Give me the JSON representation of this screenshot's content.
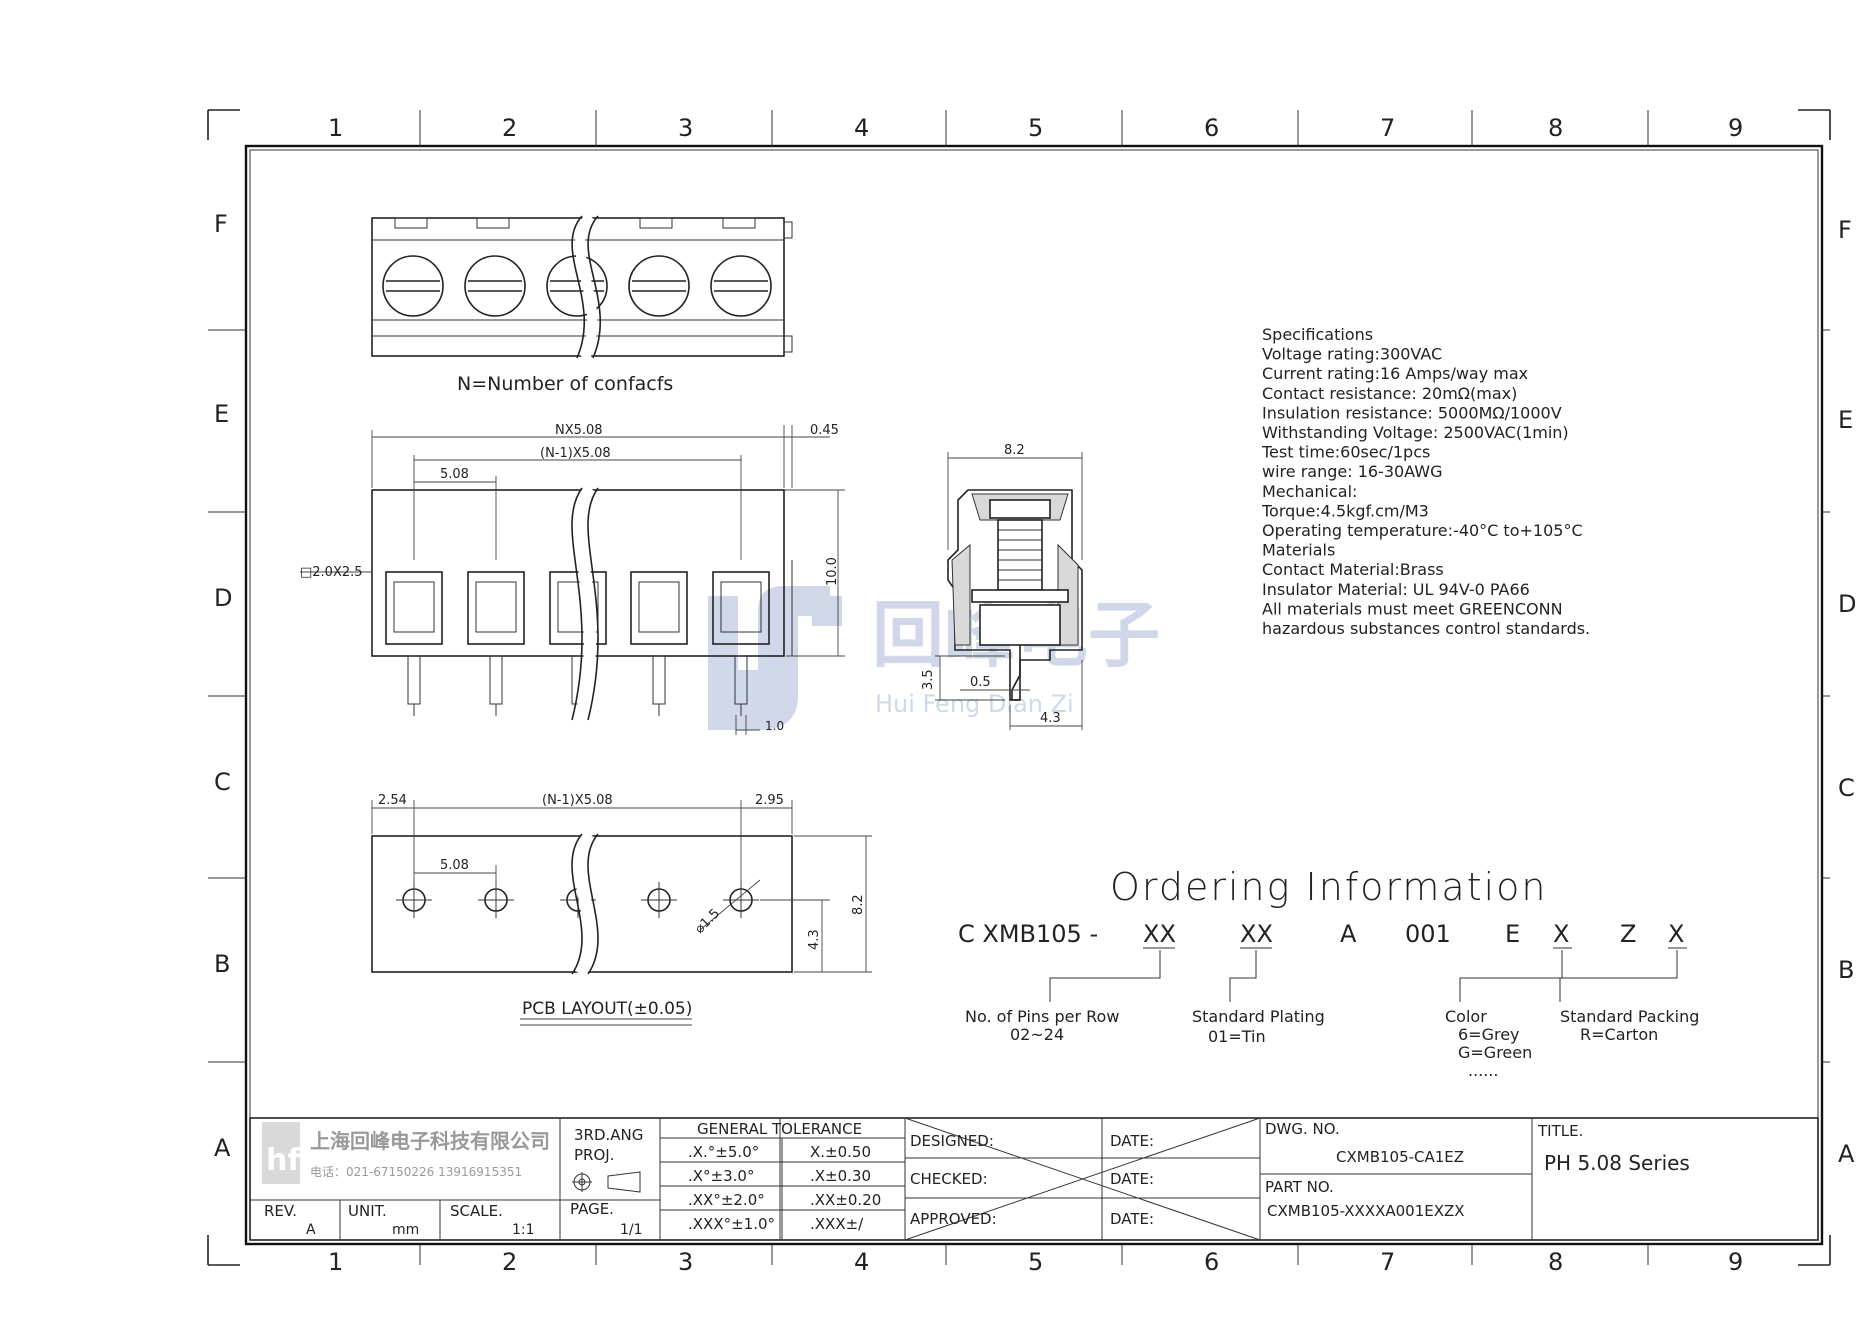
{
  "frame": {
    "columns": [
      "1",
      "2",
      "3",
      "4",
      "5",
      "6",
      "7",
      "8",
      "9"
    ],
    "rows": [
      "F",
      "E",
      "D",
      "C",
      "B",
      "A"
    ]
  },
  "top_view": {
    "caption": "N=Number of confacfs"
  },
  "front_view": {
    "dims": {
      "overall": "NX5.08",
      "span": "(N-1)X5.08",
      "pitch": "5.08",
      "offset": "0.45",
      "height": "10.0",
      "window": "□2.0X2.5",
      "pin": "1.0"
    }
  },
  "side_view": {
    "dims": {
      "width": "8.2",
      "pin_length": "3.5",
      "pin_thickness": "0.5",
      "foot": "4.3"
    }
  },
  "pcb_layout": {
    "caption": "PCB LAYOUT(±0.05)",
    "dims": {
      "left": "2.54",
      "span": "(N-1)X5.08",
      "right": "2.95",
      "pitch": "5.08",
      "hole": "⌀1.5",
      "hole_y": "4.3",
      "height": "8.2"
    }
  },
  "watermark": {
    "cn": "回峰电子",
    "pinyin": "Hui Feng Dian Zi"
  },
  "specifications": [
    "Specifications",
    "Voltage rating:300VAC",
    "Current rating:16 Amps/way max",
    "Contact resistance: 20mΩ(max)",
    "Insulation resistance: 5000MΩ/1000V",
    "Withstanding Voltage: 2500VAC(1min)",
    "Test time:60sec/1pcs",
    "wire range: 16-30AWG",
    "Mechanical:",
    "Torque:4.5kgf.cm/M3",
    "Operating temperature:-40°C to+105°C",
    "Materials",
    "Contact Material:Brass",
    "Insulator Material: UL 94V-0 PA66",
    "All materials must meet GREENCONN",
    "hazardous substances control standards."
  ],
  "ordering": {
    "title": "Ordering Information",
    "code": {
      "prefix": "C XMB105 -",
      "pins": "XX",
      "plating": "XX",
      "a": "A",
      "num": "001",
      "e": "E",
      "color": "X",
      "z": "Z",
      "packing": "X"
    },
    "notes": {
      "pins_label": "No. of Pins per Row",
      "pins_value": "02~24",
      "plating_label": "Standard Plating",
      "plating_value": "01=Tin",
      "color_label": "Color",
      "color_v1": "6=Grey",
      "color_v2": "G=Green",
      "color_v3": "......",
      "packing_label": "Standard Packing",
      "packing_value": "R=Carton"
    }
  },
  "title_block": {
    "company_cn": "上海回峰电子科技有限公司",
    "company_tel": "电话：021-67150226 13916915351",
    "proj_line1": "3RD.ANG",
    "proj_line2": "PROJ.",
    "tol_title": "GENERAL TOLERANCE",
    "tol_rows": [
      [
        ".X.°±5.0°",
        "X.±0.50"
      ],
      [
        ".X°±3.0°",
        ".X±0.30"
      ],
      [
        ".XX°±2.0°",
        ".XX±0.20"
      ],
      [
        ".XXX°±1.0°",
        ".XXX±/"
      ]
    ],
    "designed": "DESIGNED:",
    "checked": "CHECKED:",
    "approved": "APPROVED:",
    "date": "DATE:",
    "dwg_label": "DWG. NO.",
    "dwg_value": "CXMB105-CA1EZ",
    "part_label": "PART NO.",
    "part_value": "CXMB105-XXXXA001EXZX",
    "title_label": "TITLE.",
    "title_value": "PH 5.08 Series",
    "rev_label": "REV.",
    "rev_value": "A",
    "unit_label": "UNIT.",
    "unit_value": "mm",
    "scale_label": "SCALE.",
    "scale_value": "1:1",
    "page_label": "PAGE.",
    "page_value": "1/1"
  }
}
